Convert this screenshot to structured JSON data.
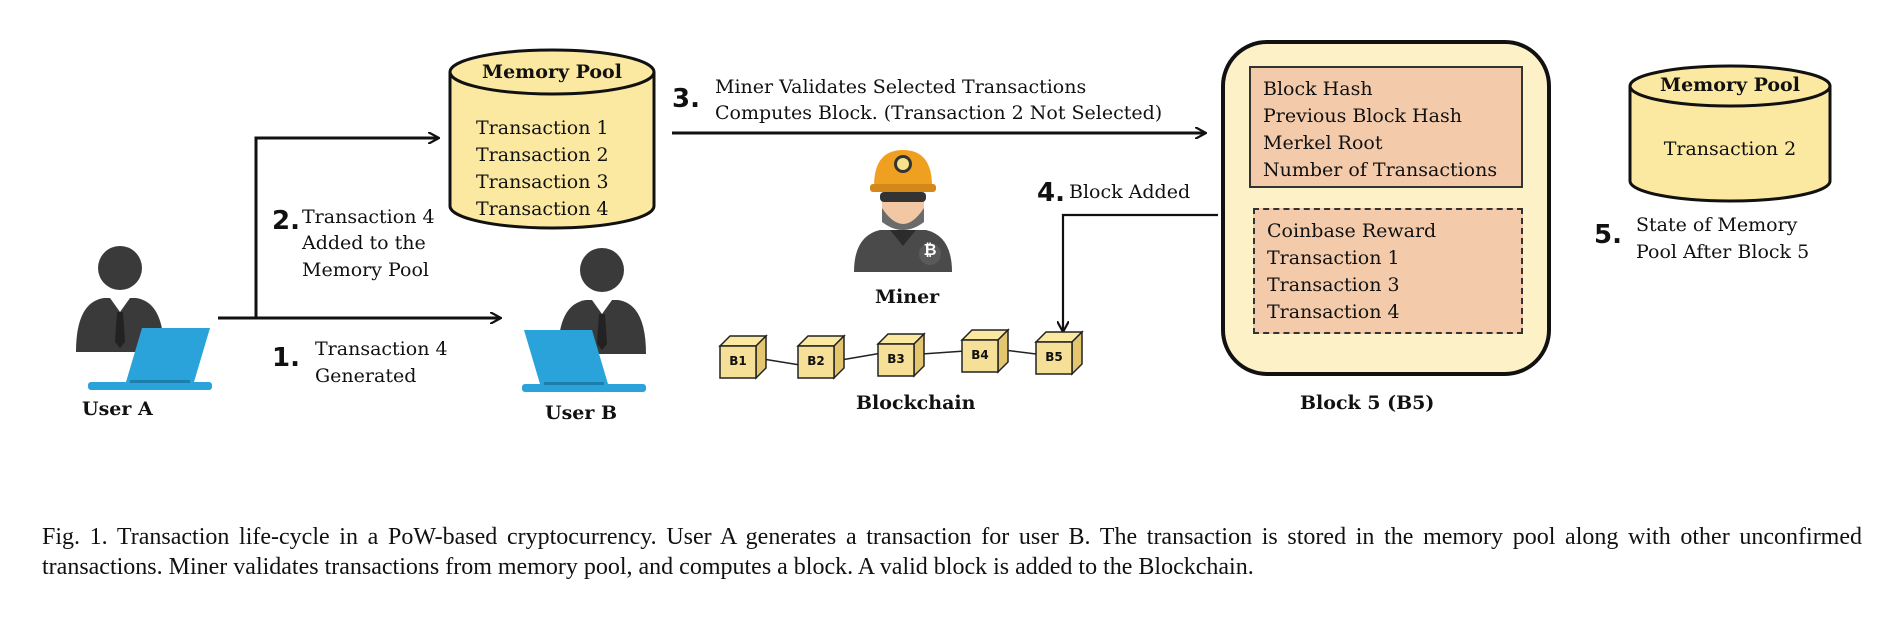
{
  "memory_pool_main": {
    "title": "Memory Pool",
    "transactions": [
      "Transaction 1",
      "Transaction 2",
      "Transaction 3",
      "Transaction 4"
    ]
  },
  "memory_pool_after": {
    "title": "Memory Pool",
    "transactions": [
      "Transaction 2"
    ]
  },
  "steps": [
    {
      "number": "1.",
      "text_lines": [
        "Transaction 4",
        "Generated"
      ]
    },
    {
      "number": "2.",
      "text_lines": [
        "Transaction 4",
        "Added to the",
        "Memory Pool"
      ]
    },
    {
      "number": "3.",
      "text_lines": [
        "Miner Validates Selected Transactions",
        "Computes Block. (Transaction 2 Not Selected)"
      ]
    },
    {
      "number": "4.",
      "text_lines": [
        "Block Added"
      ]
    },
    {
      "number": "5.",
      "text_lines": [
        "State of Memory",
        "Pool After Block 5"
      ]
    }
  ],
  "actors": {
    "user_a": "User A",
    "user_b": "User B",
    "miner": "Miner"
  },
  "block5": {
    "label": "Block 5 (B5)",
    "header_fields": [
      "Block Hash",
      "Previous Block Hash",
      "Merkel Root",
      "Number of Transactions"
    ],
    "body_fields": [
      "Coinbase Reward",
      "Transaction 1",
      "Transaction 3",
      "Transaction 4"
    ]
  },
  "blockchain": {
    "label": "Blockchain",
    "blocks": [
      "B1",
      "B2",
      "B3",
      "B4",
      "B5"
    ]
  },
  "miner_badge": "₿",
  "colors": {
    "cylinder_fill": "#fbe9a2",
    "block_fill": "#fdf1c8",
    "field_fill": "#f3cbaa",
    "cube_fill": "#f6df96",
    "laptop": "#29a3d9",
    "person": "#3a3a3a"
  },
  "caption": "Fig. 1.  Transaction life-cycle in a PoW-based cryptocurrency. User A generates a transaction for user B. The transaction is stored in the memory pool along with other unconfirmed transactions. Miner validates transactions from memory pool, and computes a block. A valid block is added to the Blockchain."
}
